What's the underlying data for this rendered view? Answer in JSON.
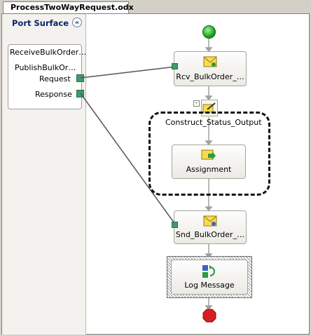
{
  "document_tab": {
    "title": "ProcessTwoWayRequest.odx"
  },
  "port_surface": {
    "title": "Port Surface",
    "port": {
      "name": "ReceiveBulkOrder…",
      "operation": "PublishBulkOr…",
      "request_label": "Request",
      "response_label": "Response"
    }
  },
  "orchestration": {
    "receive_shape": {
      "label": "Rcv_BulkOrder_…",
      "icon": "receive-envelope-icon"
    },
    "construct_shape": {
      "label": "Construct_Status_Output",
      "icon": "construct-message-icon"
    },
    "assignment_shape": {
      "label": "Assignment",
      "icon": "assignment-envelope-icon"
    },
    "send_shape": {
      "label": "Snd_BulkOrder_…",
      "icon": "send-envelope-icon"
    },
    "log_shape": {
      "label": "Log Message",
      "icon": "expression-icon"
    }
  },
  "colors": {
    "port_connector": "#3f9b6a",
    "start": "#1ea21e",
    "stop": "#d81f1f",
    "link_line": "#555555",
    "flow_line": "#a0a0a0"
  }
}
